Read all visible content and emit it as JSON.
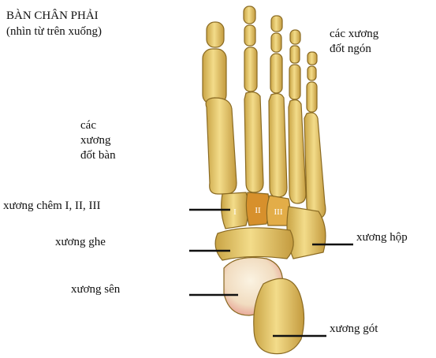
{
  "title": {
    "line1": "BÀN CHÂN PHẢI",
    "line2": "(nhìn từ trên xuống)"
  },
  "labels": {
    "phalanges": [
      "các xương",
      "đốt ngón"
    ],
    "metatarsals": [
      "các",
      "xương",
      "đốt bàn"
    ],
    "cuneiforms": "xương chêm I, II, III",
    "navicular": "xương ghe",
    "talus": "xương sên",
    "cuboid": "xương hộp",
    "calcaneus": "xương gót"
  },
  "bone_marks": [
    "I",
    "II",
    "III"
  ],
  "colors": {
    "bone": "#ecd27a",
    "bone_shade": "#c9a445",
    "bone_outline": "#8a6a22",
    "cuneiform_highlight": "#d7902c",
    "talus_face": "#f4e6c8",
    "talus_pink": "#e89a90",
    "pointer": "#111111"
  }
}
